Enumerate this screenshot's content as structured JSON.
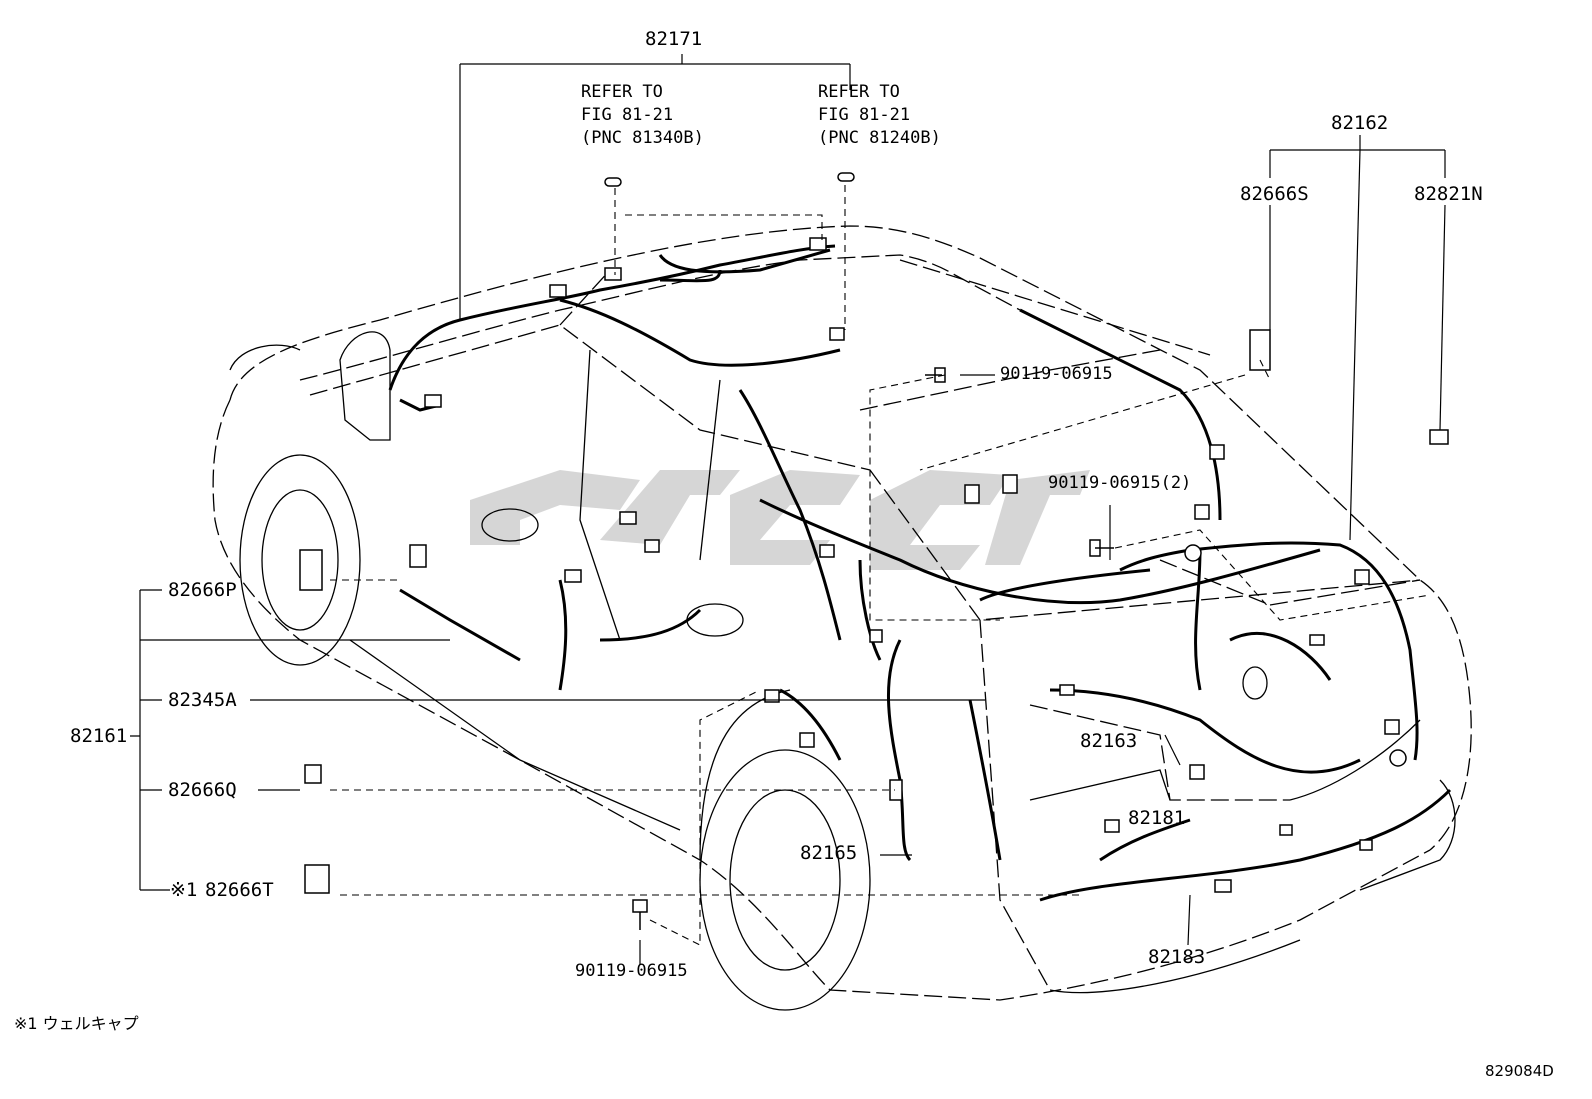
{
  "parts": {
    "p82171": "82171",
    "p82162": "82162",
    "p82666S": "82666S",
    "p82821N": "82821N",
    "p82666P": "82666P",
    "p82345A": "82345A",
    "p82161": "82161",
    "p82666Q": "82666Q",
    "p82666T": "82666T",
    "p82163": "82163",
    "p82181": "82181",
    "p82165": "82165",
    "p82183": "82183",
    "bolt_a": "90119-06915",
    "bolt_b": "90119-06915(2)",
    "bolt_c": "90119-06915"
  },
  "refer_left": [
    "REFER TO",
    "FIG 81-21",
    "(PNC 81340B)"
  ],
  "refer_right": [
    "REFER TO",
    "FIG 81-21",
    "(PNC 81240B)"
  ],
  "marker_t": "※1",
  "footnote": "※1 ウェルキャプ",
  "watermark": "ⓉⓁⓈ",
  "figure_code": "829084D"
}
